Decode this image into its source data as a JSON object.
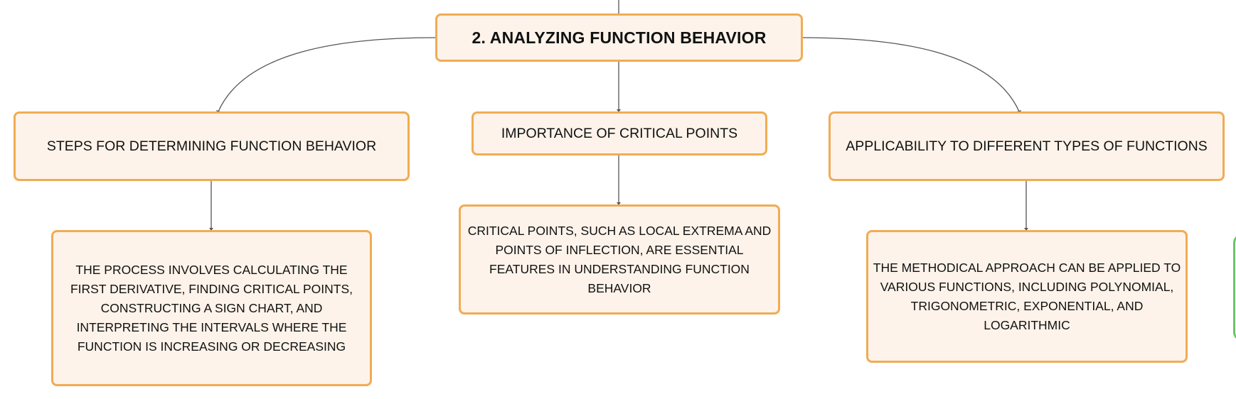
{
  "diagram": {
    "root": {
      "label": "2. ANALYZING FUNCTION BEHAVIOR"
    },
    "branches": [
      {
        "label": "STEPS FOR DETERMINING FUNCTION BEHAVIOR",
        "detail": "THE PROCESS INVOLVES CALCULATING THE FIRST DERIVATIVE, FINDING CRITICAL POINTS, CONSTRUCTING A SIGN CHART, AND INTERPRETING THE INTERVALS WHERE THE FUNCTION IS INCREASING OR DECREASING"
      },
      {
        "label": "IMPORTANCE OF CRITICAL POINTS",
        "detail": "CRITICAL POINTS, SUCH AS LOCAL EXTREMA AND POINTS OF INFLECTION, ARE ESSENTIAL FEATURES IN UNDERSTANDING FUNCTION BEHAVIOR"
      },
      {
        "label": "APPLICABILITY TO DIFFERENT TYPES OF FUNCTIONS",
        "detail": "THE METHODICAL APPROACH CAN BE APPLIED TO VARIOUS FUNCTIONS, INCLUDING POLYNOMIAL, TRIGONOMETRIC, EXPONENTIAL, AND LOGARITHMIC"
      }
    ]
  },
  "colors": {
    "node_fill": "#fdf3ea",
    "node_border": "#f0ac54",
    "connector": "#555555",
    "offscreen_node_border": "#6ac46a"
  }
}
